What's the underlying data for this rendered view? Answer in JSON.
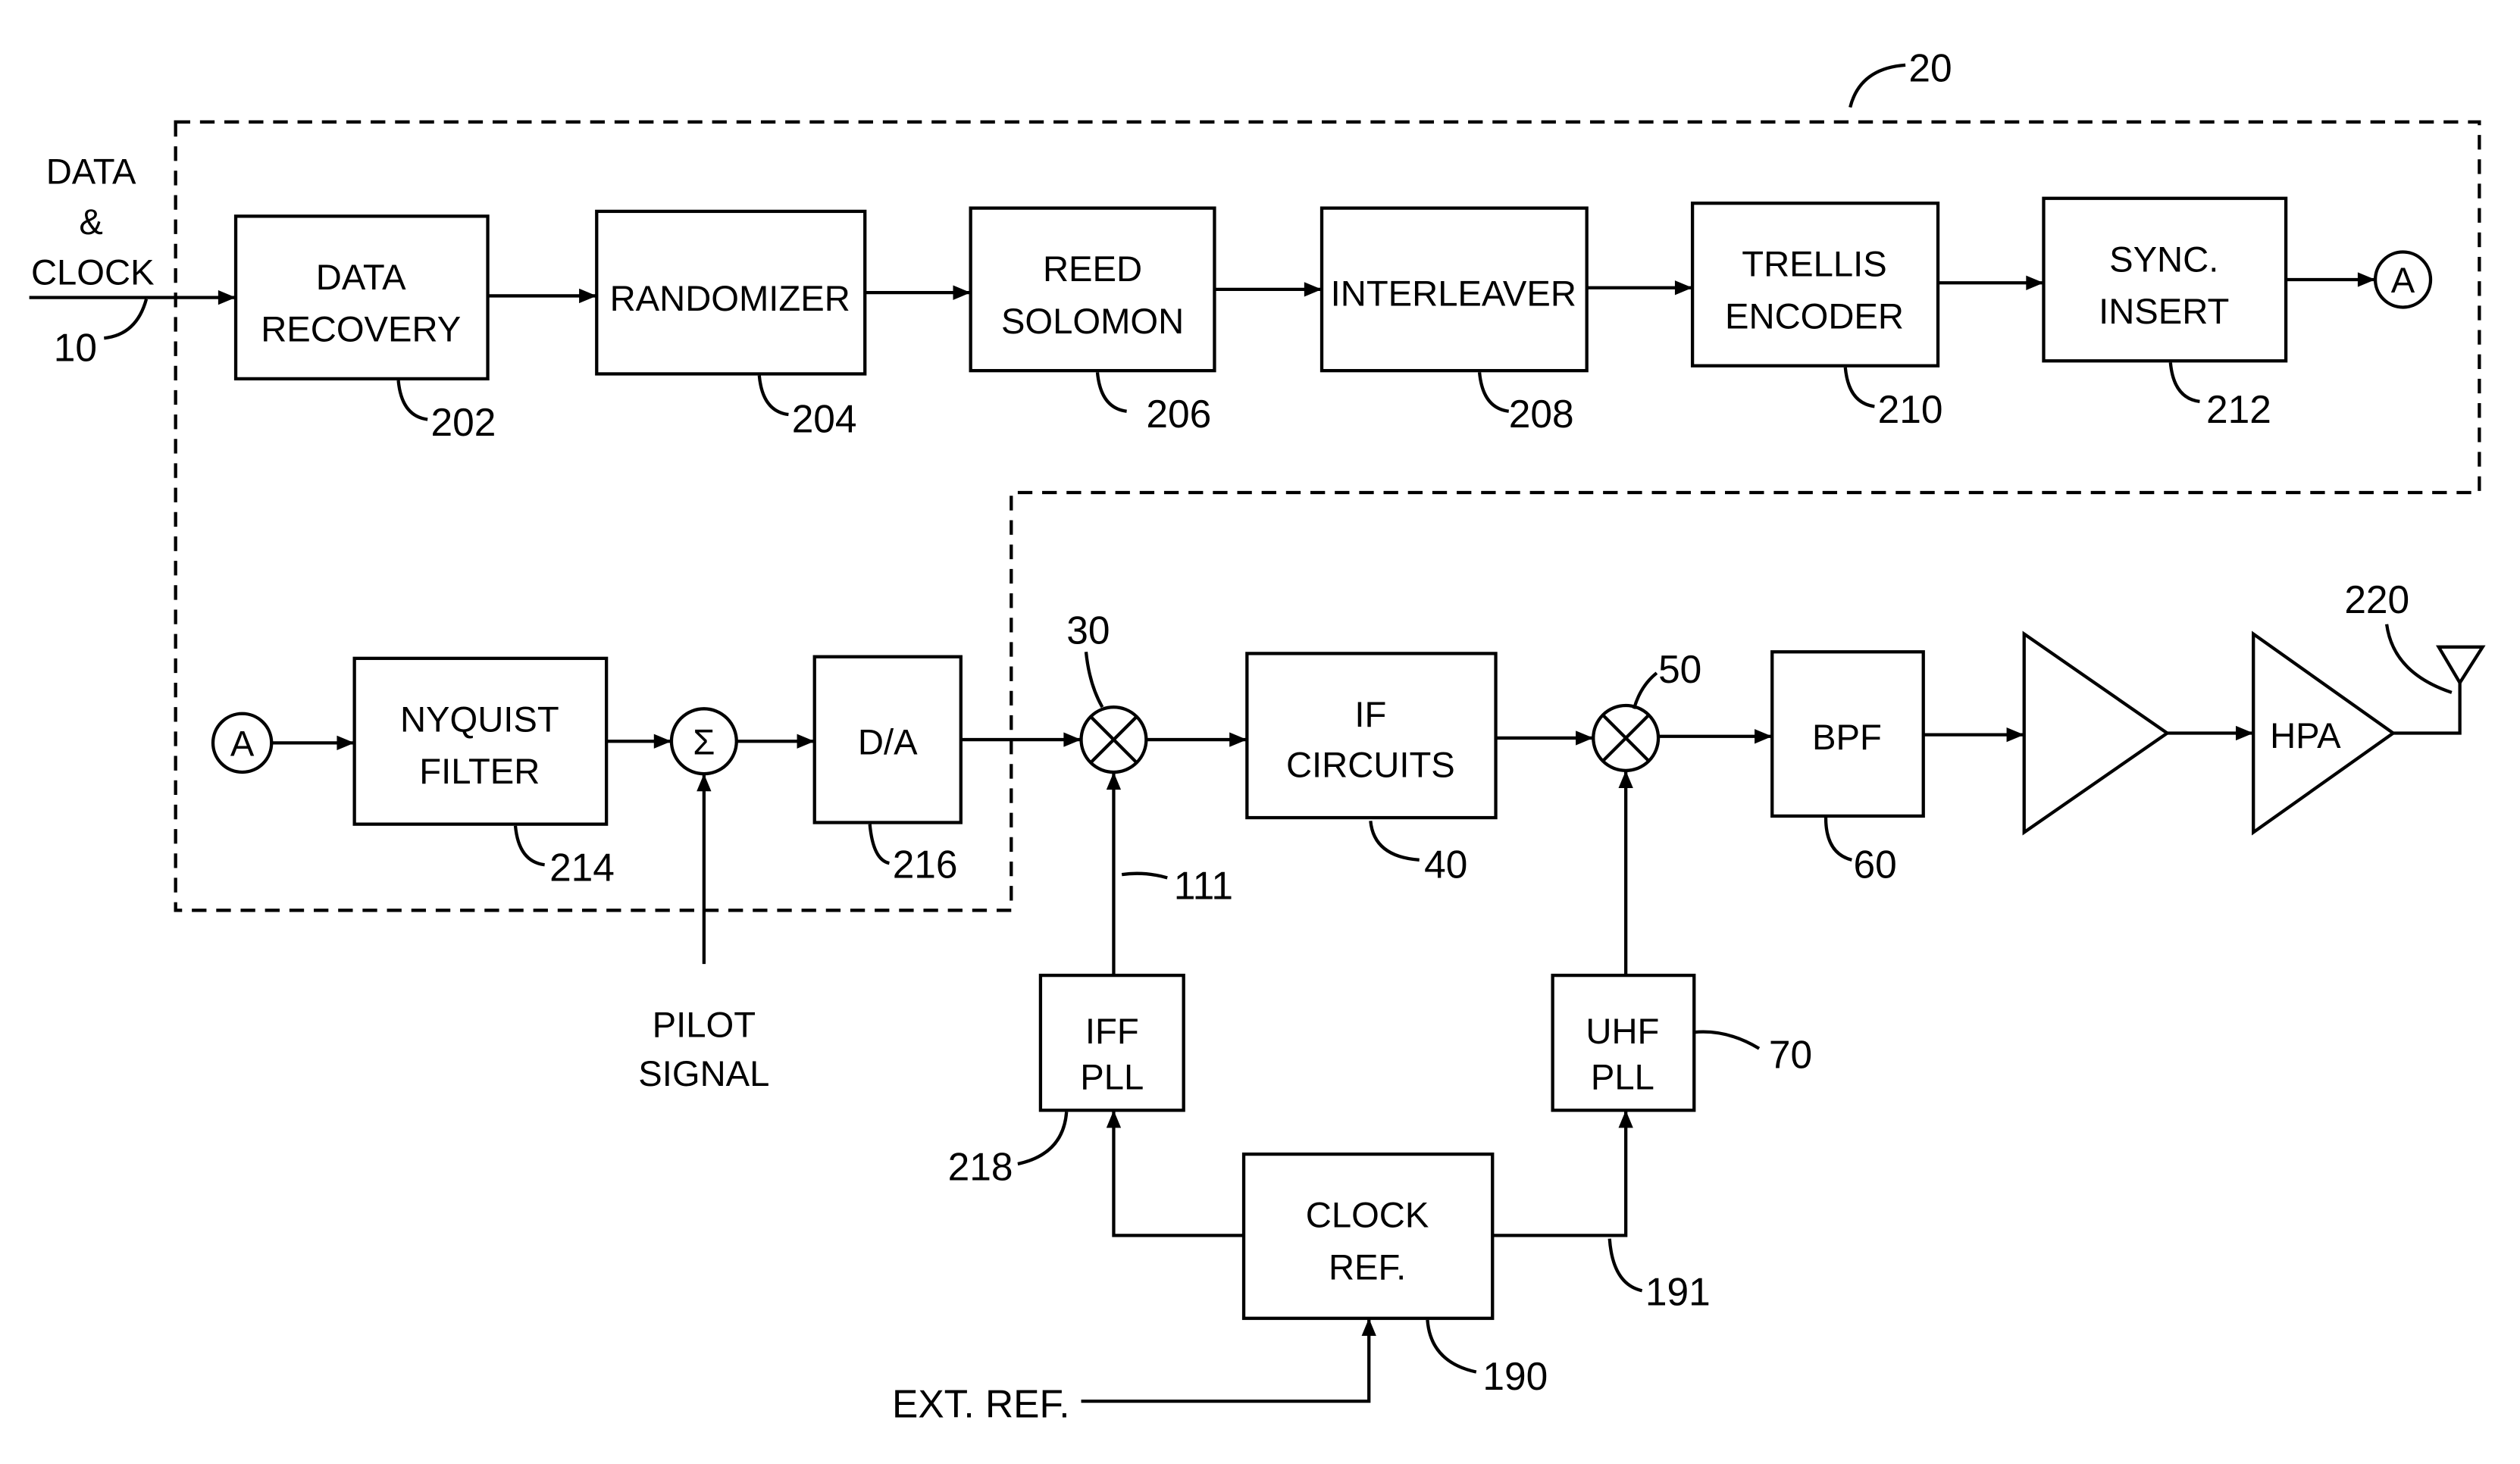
{
  "diagram": {
    "container": {
      "ref": "20"
    },
    "input": {
      "lines": [
        "DATA",
        "&",
        "CLOCK"
      ],
      "ref": "10"
    },
    "data_recovery": {
      "lines": [
        "DATA",
        "RECOVERY"
      ],
      "ref": "202"
    },
    "randomizer": {
      "lines": [
        "RANDOMIZER"
      ],
      "ref": "204"
    },
    "reed_solomon": {
      "lines": [
        "REED",
        "SOLOMON"
      ],
      "ref": "206"
    },
    "interleaver": {
      "lines": [
        "INTERLEAVER"
      ],
      "ref": "208"
    },
    "trellis_encoder": {
      "lines": [
        "TRELLIS",
        "ENCODER"
      ],
      "ref": "210"
    },
    "sync_insert": {
      "lines": [
        "SYNC.",
        "INSERT"
      ],
      "ref": "212"
    },
    "connector_out": {
      "label": "A"
    },
    "connector_in": {
      "label": "A"
    },
    "nyquist_filter": {
      "lines": [
        "NYQUIST",
        "FILTER"
      ],
      "ref": "214"
    },
    "summer": {
      "symbol": "Σ"
    },
    "pilot_signal": {
      "lines": [
        "PILOT",
        "SIGNAL"
      ]
    },
    "d_a": {
      "lines": [
        "D/A"
      ],
      "ref": "216"
    },
    "mixer_if": {
      "ref": "30"
    },
    "lo_if": {
      "ref": "111"
    },
    "if_circuits": {
      "lines": [
        "IF",
        "CIRCUITS"
      ],
      "ref": "40"
    },
    "mixer_uhf": {
      "ref": "50"
    },
    "bpf": {
      "lines": [
        "BPF"
      ],
      "ref": "60"
    },
    "hpa": {
      "lines": [
        "HPA"
      ]
    },
    "antenna": {
      "ref": "220"
    },
    "iff_pll": {
      "lines": [
        "IFF",
        "PLL"
      ],
      "ref": "218"
    },
    "uhf_pll": {
      "lines": [
        "UHF",
        "PLL"
      ],
      "ref": "70"
    },
    "clock_ref": {
      "lines": [
        "CLOCK",
        "REF."
      ],
      "ref": "190"
    },
    "ref_out": {
      "ref": "191"
    },
    "ext_ref": {
      "label": "EXT. REF."
    }
  }
}
